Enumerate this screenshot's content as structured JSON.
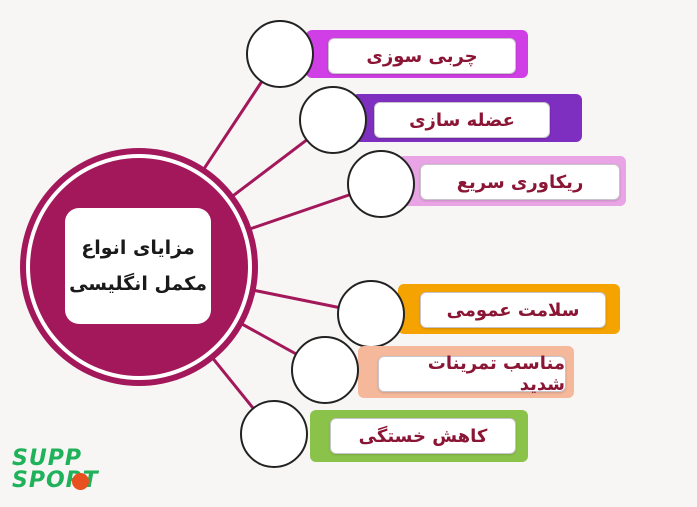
{
  "center": {
    "label": "مزایای انواع\nمکمل انگلیسی"
  },
  "benefits": [
    {
      "label": "چربی سوزی",
      "color": "#d03fe6"
    },
    {
      "label": "عضله سازی",
      "color": "#7f2fbf"
    },
    {
      "label": "ریکاوری سریع",
      "color": "#e8a4e4"
    },
    {
      "label": "سلامت عمومی",
      "color": "#f5a300"
    },
    {
      "label": "مناسب تمرینات شدید",
      "color": "#f5b89b"
    },
    {
      "label": "کاهش خستگی",
      "color": "#8bc34a"
    }
  ],
  "logo": {
    "line1": "SUPP",
    "line2": "SPORT",
    "brand_color": "#1fb25a",
    "ball_color": "#e8501f"
  },
  "colors": {
    "hub": "#a3185a",
    "connector": "#a3185a",
    "background": "#f7f6f4"
  }
}
